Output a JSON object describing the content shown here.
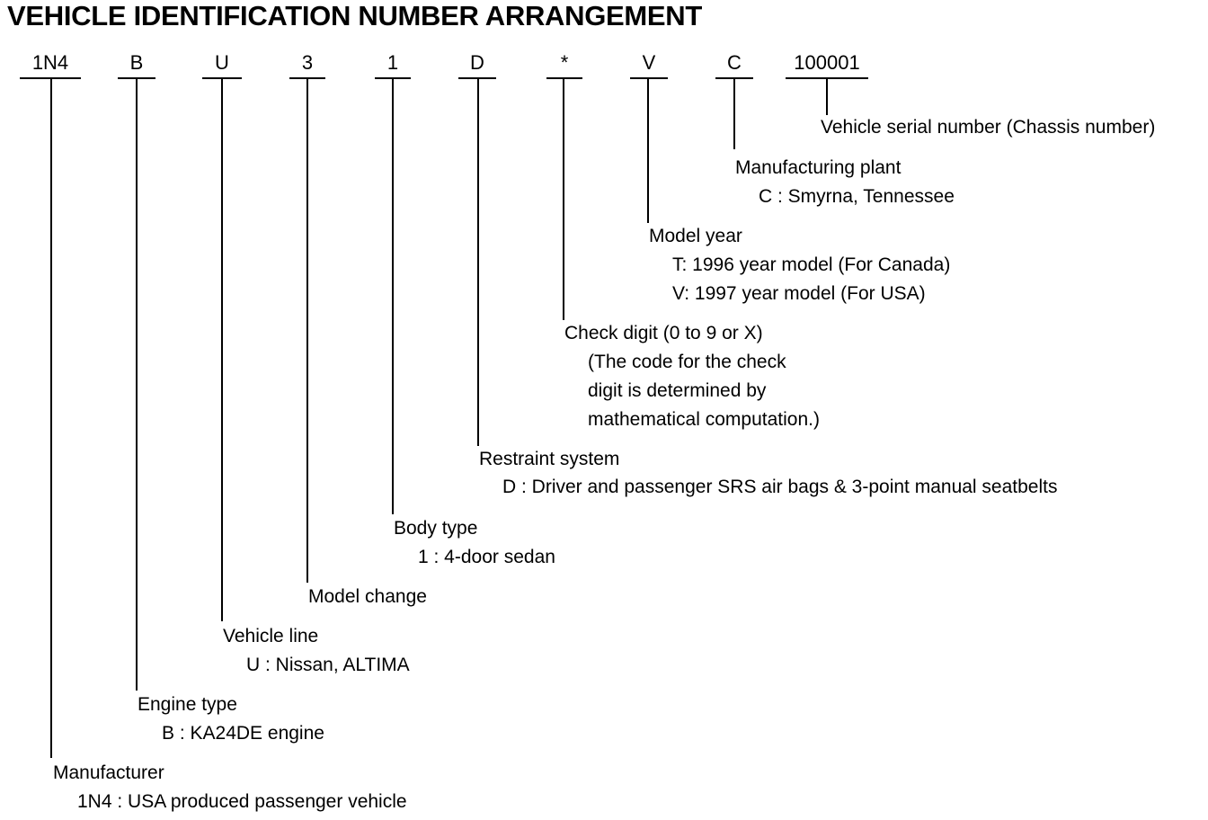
{
  "title": "VEHICLE IDENTIFICATION NUMBER ARRANGEMENT",
  "segments": [
    {
      "code": "1N4",
      "label": "Manufacturer",
      "details": [
        "1N4 : USA produced passenger vehicle"
      ]
    },
    {
      "code": "B",
      "label": "Engine type",
      "details": [
        "B : KA24DE engine"
      ]
    },
    {
      "code": "U",
      "label": "Vehicle line",
      "details": [
        "U : Nissan, ALTIMA"
      ]
    },
    {
      "code": "3",
      "label": "Model change",
      "details": []
    },
    {
      "code": "1",
      "label": "Body type",
      "details": [
        "1 : 4-door sedan"
      ]
    },
    {
      "code": "D",
      "label": "Restraint system",
      "details": [
        "D : Driver and passenger SRS air bags & 3-point manual seatbelts"
      ]
    },
    {
      "code": "*",
      "label": "Check digit (0 to 9 or X)",
      "details": [
        "(The code for the check",
        "digit is determined by",
        "mathematical computation.)"
      ]
    },
    {
      "code": "V",
      "label": "Model year",
      "details": [
        "T: 1996 year model (For Canada)",
        "V: 1997 year model (For USA)"
      ]
    },
    {
      "code": "C",
      "label": "Manufacturing plant",
      "details": [
        "C : Smyrna, Tennessee"
      ]
    },
    {
      "code": "100001",
      "label": "Vehicle serial number (Chassis number)",
      "details": []
    }
  ]
}
